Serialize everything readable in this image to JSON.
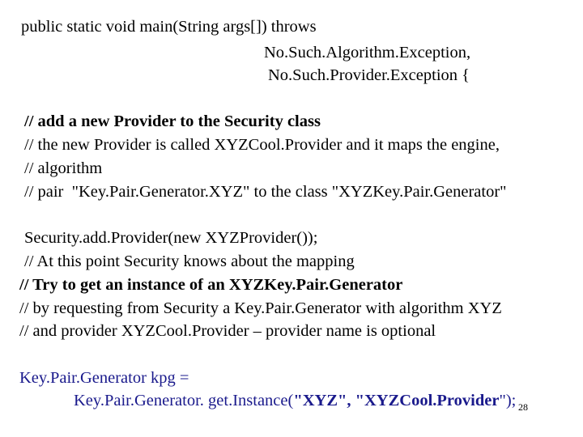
{
  "slide": {
    "signature": {
      "line1": "public static void main(String args[]) throws",
      "line2": "No.Such.Algorithm.Exception,",
      "line3": "No.Such.Provider.Exception {"
    },
    "comment_block_1": {
      "line1": "// add a new Provider to the Security class",
      "line2": "// the new Provider is called XYZCool.Provider and it maps the engine,",
      "line3": "// algorithm",
      "line4": "// pair  \"Key.Pair.Generator.XYZ\" to the class \"XYZKey.Pair.Generator\""
    },
    "statement": "Security.add.Provider(new XYZProvider());",
    "comment_block_2": {
      "line1": "// At this point Security knows about the mapping",
      "line2": "// Try to get an instance of an XYZKey.Pair.Generator",
      "line3": "// by requesting from Security a Key.Pair.Generator with algorithm XYZ",
      "line4": "// and provider XYZCool.Provider – provider name is optional"
    },
    "code": {
      "line1": "Key.Pair.Generator kpg =",
      "line2_prefix": "Key.Pair.Generator. get.Instance(",
      "line2_bold": "\"XYZ\", \"XYZCool.Provider",
      "line2_suffix": "\");"
    },
    "page_number": "28",
    "colors": {
      "text": "#000000",
      "code": "#1a1a8c",
      "background": "#ffffff"
    }
  }
}
